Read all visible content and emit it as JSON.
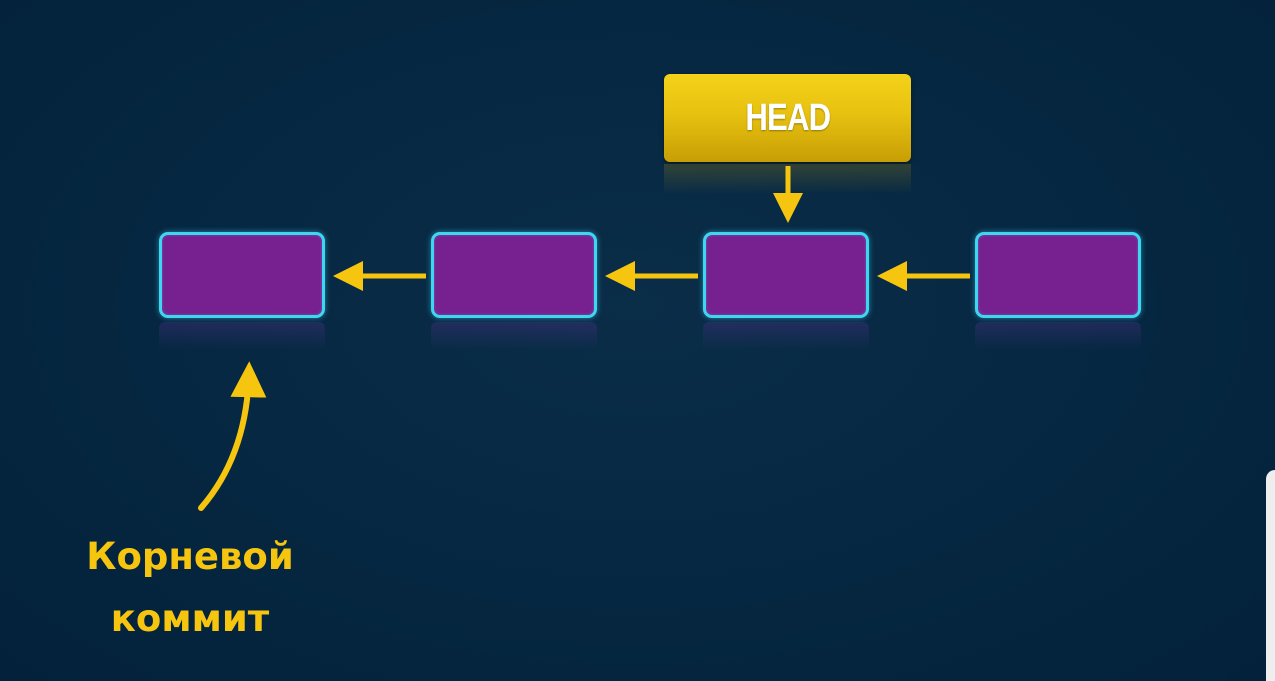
{
  "diagram": {
    "head_label": "HEAD",
    "root_caption_line1": "Корневой",
    "root_caption_line2": "коммит",
    "commits": [
      {
        "id": "commit-1",
        "role": "root"
      },
      {
        "id": "commit-2",
        "role": "commit"
      },
      {
        "id": "commit-3",
        "role": "head-target"
      },
      {
        "id": "commit-4",
        "role": "commit"
      }
    ],
    "edges": [
      {
        "from": "commit-2",
        "to": "commit-1"
      },
      {
        "from": "commit-3",
        "to": "commit-2"
      },
      {
        "from": "commit-4",
        "to": "commit-3"
      },
      {
        "from": "HEAD",
        "to": "commit-3"
      }
    ],
    "colors": {
      "background": "#032640",
      "commit_fill": "#77208f",
      "commit_border": "#3fd6f2",
      "arrow": "#f6c50f",
      "head_fill": "#e7c210",
      "caption": "#f6c50f"
    }
  }
}
